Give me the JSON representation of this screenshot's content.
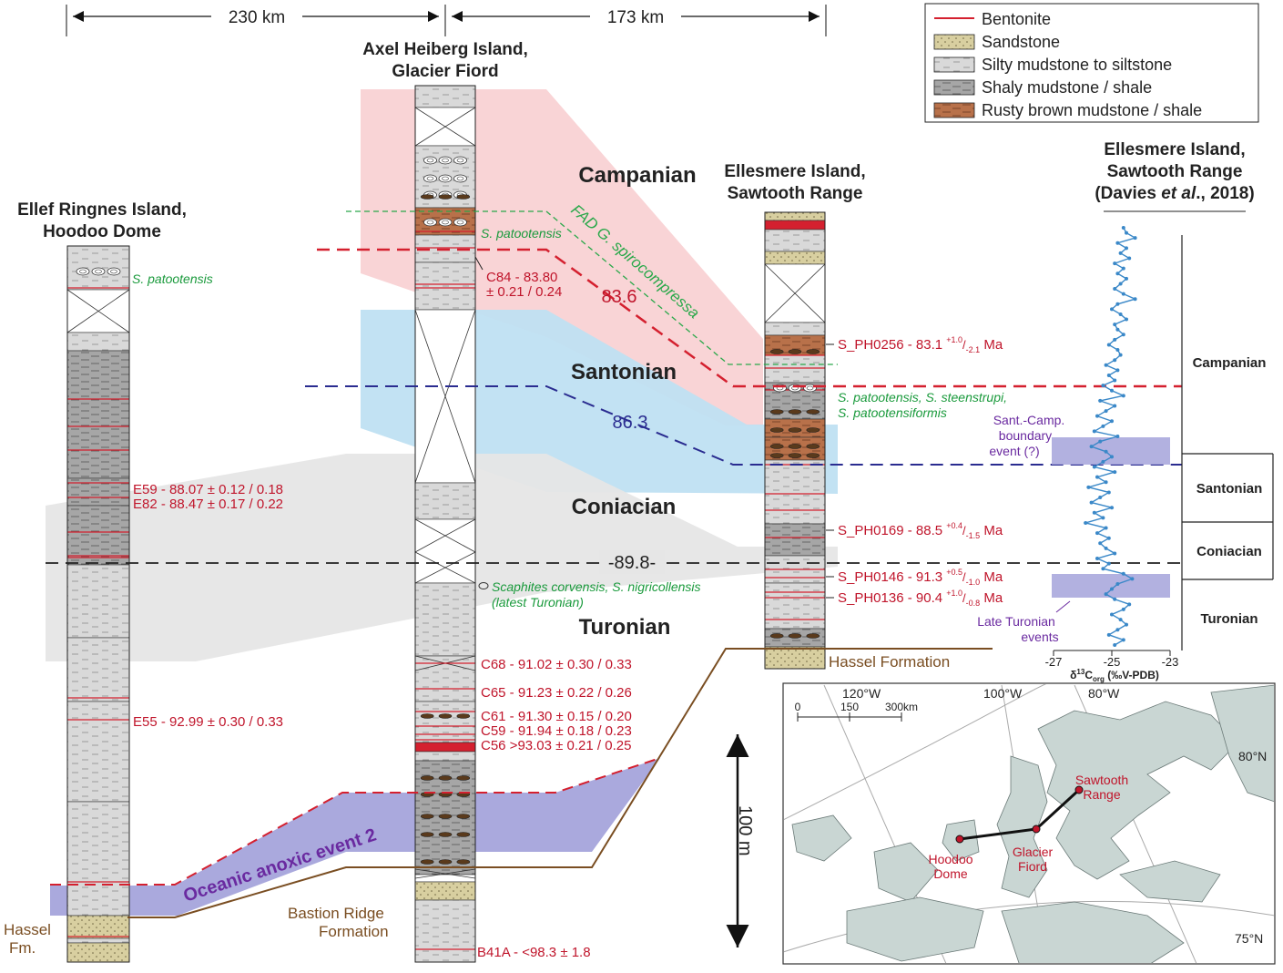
{
  "distances": {
    "d1": "230 km",
    "d2": "173 km"
  },
  "legend": {
    "items": [
      {
        "key": "bentonite",
        "label": "Bentonite"
      },
      {
        "key": "sandstone",
        "label": "Sandstone"
      },
      {
        "key": "silty",
        "label": "Silty mudstone to siltstone"
      },
      {
        "key": "shaly",
        "label": "Shaly mudstone / shale"
      },
      {
        "key": "rusty",
        "label": "Rusty brown mudstone / shale"
      }
    ]
  },
  "sections": {
    "ellef": {
      "title1": "Ellef Ringnes Island,",
      "title2": "Hoodoo Dome"
    },
    "axel": {
      "title1": "Axel Heiberg Island,",
      "title2": "Glacier Fiord"
    },
    "ellesmere": {
      "title1": "Ellesmere Island,",
      "title2": "Sawtooth Range"
    },
    "davies": {
      "title1": "Ellesmere Island,",
      "title2": "Sawtooth Range",
      "title3_pre": "(Davies ",
      "title3_it": "et al",
      "title3_post": "., 2018)"
    }
  },
  "stages": {
    "campanian": "Campanian",
    "santonian": "Santonian",
    "coniacian": "Coniacian",
    "turonian": "Turonian"
  },
  "boundaries": {
    "b1": "83.6",
    "b2": "86.3",
    "b3": "-89.8-"
  },
  "fad": "FAD G. spirocompressa",
  "oae": "Oceanic anoxic event 2",
  "ellef_labels": {
    "fossil": "S. patootensis",
    "e59": "E59 - 88.07 ± 0.12 / 0.18",
    "e82": "E82 - 88.47 ± 0.17 / 0.22",
    "e55": "E55 - 92.99 ± 0.30 / 0.33",
    "hassel1": "Hassel",
    "hassel2": "Fm."
  },
  "axel_labels": {
    "fossil": "S. patootensis",
    "c84a": "C84 - 83.80",
    "c84b": "± 0.21 / 0.24",
    "scaph": "Scaphites corvensis, S. nigricollensis",
    "scaph2": "(latest Turonian)",
    "c68": "C68 - 91.02 ± 0.30 / 0.33",
    "c65": "C65 - 91.23 ± 0.22 / 0.26",
    "c61": "C61 - 91.30 ± 0.15 / 0.20",
    "c59": "C59 - 91.94 ± 0.18 / 0.23",
    "c56": "C56 >93.03 ± 0.21 / 0.25",
    "b41": "B41A - <98.3 ± 1.8",
    "bastion1": "Bastion Ridge",
    "bastion2": "Formation"
  },
  "ellesmere_labels": {
    "s256_pre": "S_PH0256 - 83.1 ",
    "s256_sup": "+1.0",
    "s256_sub": "-2.1",
    "s256_unit": " Ma",
    "fossil1": "S. patootensis, S. steenstrupi,",
    "fossil2": "S. patootensiformis",
    "s169_pre": "S_PH0169 - 88.5 ",
    "s169_sup": "+0.4",
    "s169_sub": "-1.5",
    "s169_unit": " Ma",
    "s146_pre": "S_PH0146 - 91.3 ",
    "s146_sup": "+0.5",
    "s146_sub": "-1.0",
    "s146_unit": " Ma",
    "s136_pre": "S_PH0136 - 90.4 ",
    "s136_sup": "+1.0",
    "s136_sub": "-0.8",
    "s136_unit": " Ma",
    "hassel": "Hassel Formation"
  },
  "isotope": {
    "event1a": "Sant.-Camp.",
    "event1b": "boundary",
    "event1c": "event (?)",
    "event2a": "Late Turonian",
    "event2b": "events",
    "ticks": [
      "-27",
      "-25",
      "-23"
    ],
    "axis_pre": "δ",
    "axis_sup": "13",
    "axis_mid": "C",
    "axis_sub": "org",
    "axis_post": " (‰V-PDB)",
    "values": [
      -24.6,
      -24.5,
      -24.2,
      -24.8,
      -24.5,
      -24.7,
      -24.4,
      -24.9,
      -24.6,
      -24.8,
      -24.5,
      -24.7,
      -24.9,
      -24.6,
      -24.2,
      -24.8,
      -25.0,
      -24.7,
      -24.5,
      -24.9,
      -24.8,
      -24.6,
      -24.9,
      -25.1,
      -24.8,
      -24.7,
      -24.9,
      -25.2,
      -24.8,
      -25.1,
      -24.9,
      -25.3,
      -25.0,
      -24.6,
      -25.4,
      -24.9,
      -25.2,
      -25.5,
      -25.0,
      -25.3,
      -25.6,
      -24.8,
      -25.4,
      -25.7,
      -25.2,
      -25.0,
      -25.3,
      -25.6,
      -24.9,
      -25.5,
      -25.2,
      -25.8,
      -25.1,
      -25.4,
      -25.7,
      -25.0,
      -25.6,
      -25.3,
      -25.9,
      -25.2,
      -25.5,
      -25.1,
      -25.4,
      -25.2,
      -24.9,
      -25.5,
      -25.1,
      -25.3,
      -24.6,
      -24.3,
      -24.8,
      -25.0,
      -25.2,
      -24.9,
      -24.4,
      -24.6,
      -25.0,
      -24.7,
      -24.5,
      -24.8,
      -25.1,
      -24.6,
      -24.9
    ]
  },
  "isotope_stages": [
    "Campanian",
    "Santonian",
    "Coniacian",
    "Turonian"
  ],
  "scale": "100 m",
  "map": {
    "lon1": "120°W",
    "lon2": "100°W",
    "lon3": "80°W",
    "lat1": "80°N",
    "lat2": "75°N",
    "sb0": "0",
    "sb1": "150",
    "sb2": "300km",
    "p1a": "Hoodoo",
    "p1b": "Dome",
    "p2a": "Glacier",
    "p2b": "Fiord",
    "p3a": "Sawtooth",
    "p3b": "Range"
  },
  "colors": {
    "bentonite": "#d4202f",
    "sandstone": "#d8cfa0",
    "silty": "#d9d9d9",
    "shaly": "#a6a6a6",
    "rusty": "#b8714a",
    "campanian_band": "#f9d2d4",
    "santonian_band": "#bfe0f2",
    "coniacian_band": "#e6e6e6",
    "oae": "#aaa9dd",
    "fad": "#2aa84a",
    "b_red": "#d4202f",
    "b_blue": "#2a2c90",
    "b_black": "#222222",
    "isotope": "#3a88c8",
    "land": "#c9d6d3"
  }
}
